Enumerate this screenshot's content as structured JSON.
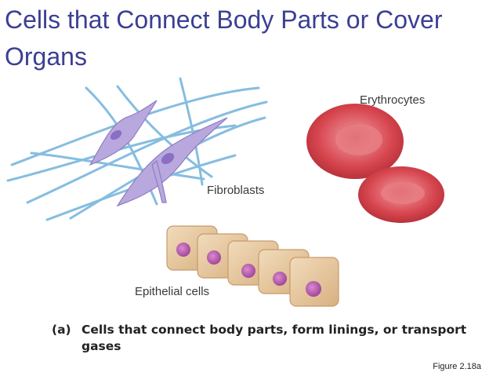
{
  "slide": {
    "title": "Cells that Connect Body Parts or Cover Organs",
    "labels": {
      "erythrocytes": "Erythrocytes",
      "fibroblasts": "Fibroblasts",
      "epithelial": "Epithelial cells"
    },
    "caption_tag": "(a)",
    "caption_text": "Cells that connect body parts, form linings, or transport gases",
    "figure_ref": "Figure 2.18a"
  },
  "colors": {
    "title": "#3b3f93",
    "fibers": "#7fb7dc",
    "fibroblast": "#b8a6dc",
    "erythrocyte": "#d94a52",
    "epithelial": "#e8c9a0",
    "nucleus": "#b35aa8"
  }
}
